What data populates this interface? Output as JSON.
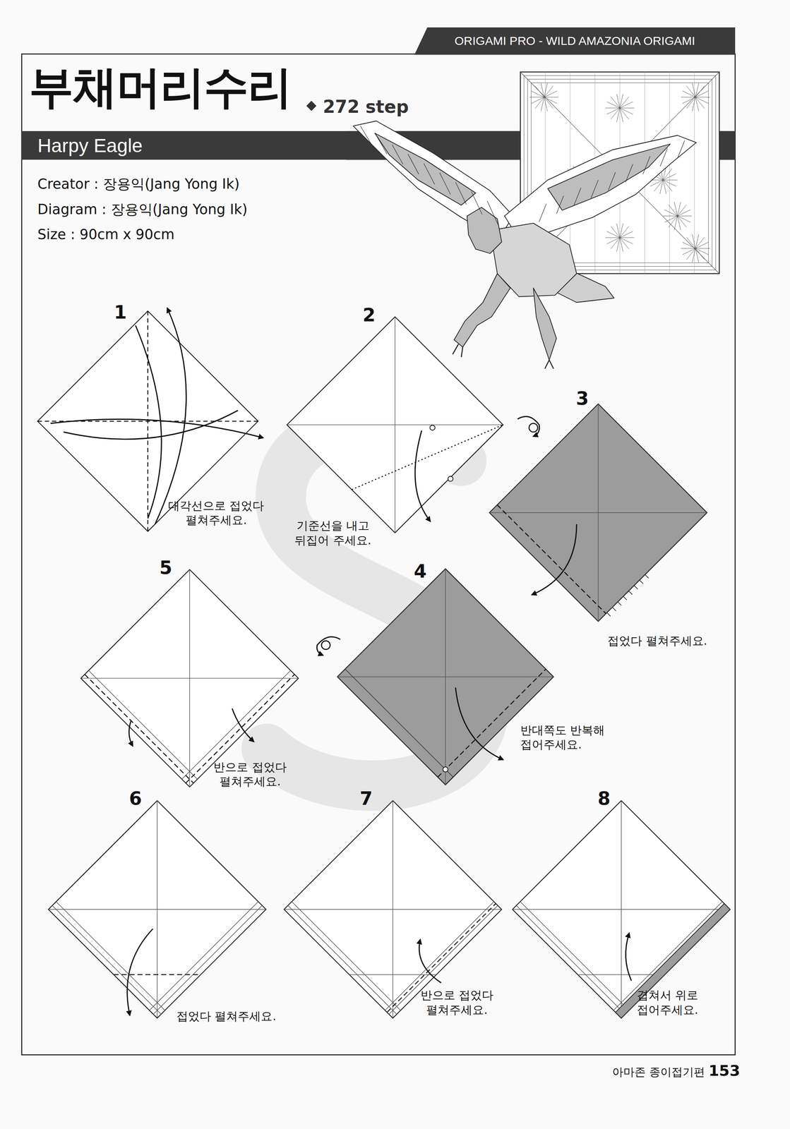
{
  "diagram": {
    "title": "부채머리수리",
    "nodes": [
      {
        "text": [
          "ORIGAMI PRO - WILD AMAZONIA ORIGAMI"
        ]
      },
      {
        "text": [
          "Harpy Eagle"
        ]
      }
    ],
    "labels": [
      "272 step",
      "Creator : 장용익(Jang Yong Ik)",
      "Diagram : 장용익(Jang Yong Ik)",
      "Size : 90cm x 90cm",
      "1",
      "2",
      "3",
      "4",
      "5",
      "6",
      "7",
      "8",
      "대각선으로 접었다 펼쳐주세요.",
      "기준선을 내고 뒤집어 주세요.",
      "접었다 펼쳐주세요.",
      "반대쪽도 반복해 접어주세요.",
      "반으로 접었다 펼쳐주세요.",
      "접었다 펼쳐주세요.",
      "반으로 접었다 펼쳐주세요.",
      "겹쳐서 위로 접어주세요.",
      "아마존 종이접기편",
      "153"
    ]
  }
}
